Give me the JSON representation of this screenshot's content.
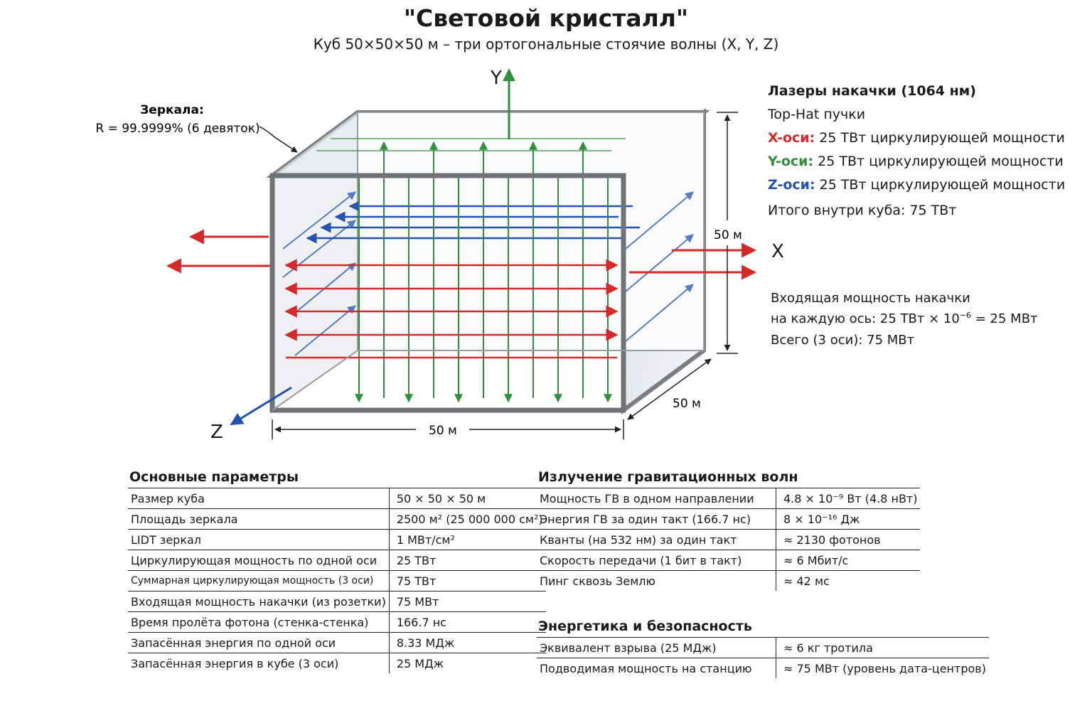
{
  "header": {
    "title": "\"Световой кристалл\"",
    "subtitle": "Куб 50×50×50 м – три ортогональные стоячие волны (X, Y, Z)"
  },
  "diagram": {
    "axis_y": "Y",
    "axis_x": "X",
    "axis_z": "Z",
    "mirrors_title": "Зеркала:",
    "mirrors_value": "R = 99.9999% (6 девяток)",
    "dim_height": "50 м",
    "dim_depth": "50 м",
    "dim_width": "50 м",
    "colors": {
      "x": "#d42a2a",
      "y": "#2f8f3a",
      "z": "#2352b0",
      "frame": "#7a7d82"
    }
  },
  "legend": {
    "title": "Лазеры накачки (1064 нм)",
    "beam": "Top-Hat пучки",
    "x_label": "X-оси:",
    "x_text": "25 ТВт циркулирующей мощности",
    "y_label": "Y-оси:",
    "y_text": "25 ТВт циркулирующей мощности",
    "z_label": "Z-оси:",
    "z_text": "25 ТВт циркулирующей мощности",
    "total": "Итого внутри куба: 75 ТВт"
  },
  "pump": {
    "line1": "Входящая мощность накачки",
    "line2_a": "на каждую ось: 25 ТВт × 10",
    "line2_exp": "−6",
    "line2_b": " = 25 МВт",
    "line3": "Всего (3 оси): 75 МВт"
  },
  "params": {
    "title": "Основные параметры",
    "rows": [
      {
        "k": "Размер куба",
        "v": "50 × 50 × 50 м"
      },
      {
        "k": "Площадь зеркала",
        "v": "2500 м² (25 000 000 см²)"
      },
      {
        "k": "LIDT зеркал",
        "v": "1 МВт/см²"
      },
      {
        "k": "Циркулирующая мощность по одной оси",
        "v": "25 ТВт"
      },
      {
        "k": "Суммарная циркулирующая мощность (3 оси)",
        "v": "75 ТВт"
      },
      {
        "k": "Входящая мощность накачки (из розетки)",
        "v": "75 МВт"
      },
      {
        "k": "Время пролёта фотона (стенка-стенка)",
        "v": "166.7 нс"
      },
      {
        "k": "Запасённая энергия по одной оси",
        "v": "8.33 МДж"
      },
      {
        "k": "Запасённая энергия в кубе (3 оси)",
        "v": "25 МДж"
      }
    ]
  },
  "gw": {
    "title": "Излучение гравитационных волн",
    "rows": [
      {
        "k": "Мощность ГВ в одном направлении",
        "v": "4.8 × 10⁻⁹ Вт (4.8 нВт)"
      },
      {
        "k": "Энергия ГВ за один такт (166.7 нс)",
        "v": "8 × 10⁻¹⁶ Дж"
      },
      {
        "k": "Кванты (на 532 нм) за один такт",
        "v": "≈ 2130 фотонов"
      },
      {
        "k": "Скорость передачи (1 бит в такт)",
        "v": "≈ 6 Мбит/с"
      },
      {
        "k": "Пинг сквозь Землю",
        "v": "≈ 42 мс"
      }
    ]
  },
  "energy": {
    "title": "Энергетика и безопасность",
    "rows": [
      {
        "k": "Эквивалент взрыва (25 МДж)",
        "v": "≈ 6 кг тротила"
      },
      {
        "k": "Подводимая мощность на станцию",
        "v": "≈ 75 МВт (уровень дата-центров)"
      }
    ]
  }
}
